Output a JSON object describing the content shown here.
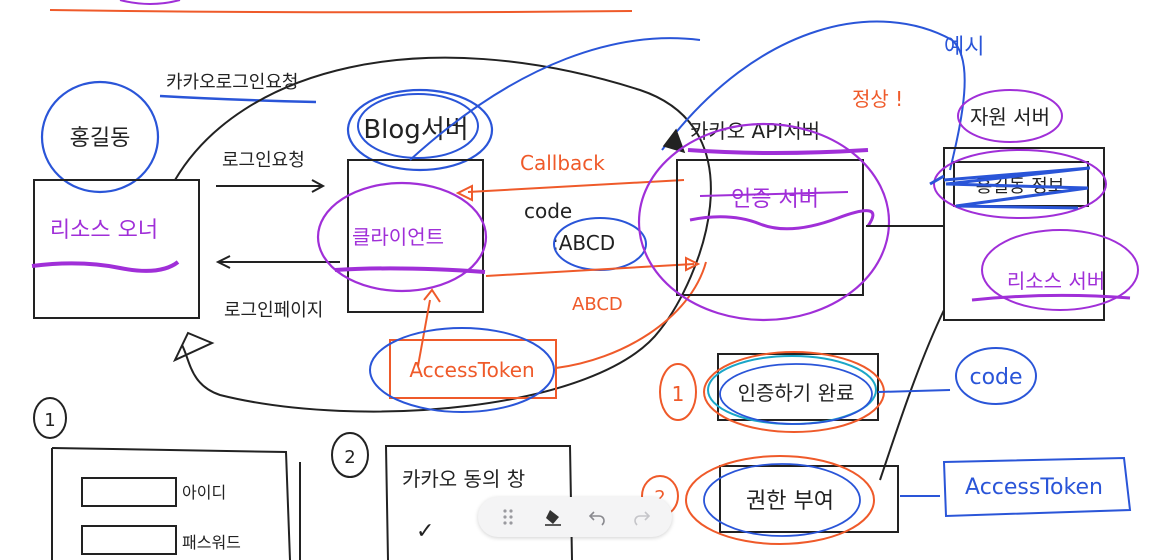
{
  "labels": {
    "user_circle": "홍길동",
    "resource_owner": "리소스 오너",
    "kakao_login_request": "카카오로그인요청",
    "login_request": "로그인요청",
    "login_page": "로그인페이지",
    "blog_server": "Blog서버",
    "client": "클라이언트",
    "callback": "Callback",
    "code": "code",
    "code_value": ":ABCD",
    "abcd": "ABCD",
    "access_token_box": "AccessToken",
    "kakao_api_server": "카카오 API서버",
    "auth_server": "인증 서버",
    "normal": "정상 !",
    "resource_server_top": "자원 서버",
    "user_info": "홍길동 정보",
    "resource_server": "리소스 서버",
    "note_example": "예시",
    "step1_circle": "1",
    "step1_label": "인증하기 완료",
    "code_result": "code",
    "step2_circle": "2",
    "grant_permission": "권한 부여",
    "access_token_result": "AccessToken",
    "panel1_number": "1",
    "panel1_id": "아이디",
    "panel1_pw": "패스워드",
    "panel2_number": "2",
    "panel2_title": "카카오 동의 창",
    "panel2_check": "✓"
  },
  "colors": {
    "ink": "#222222",
    "blue": "#2a55d8",
    "purple": "#a02fd8",
    "orange": "#ef5a2a",
    "teal": "#1aa6c8"
  },
  "toolbar": {
    "icons": [
      "drag-handle-icon",
      "eraser-icon",
      "undo-icon",
      "redo-icon"
    ]
  }
}
